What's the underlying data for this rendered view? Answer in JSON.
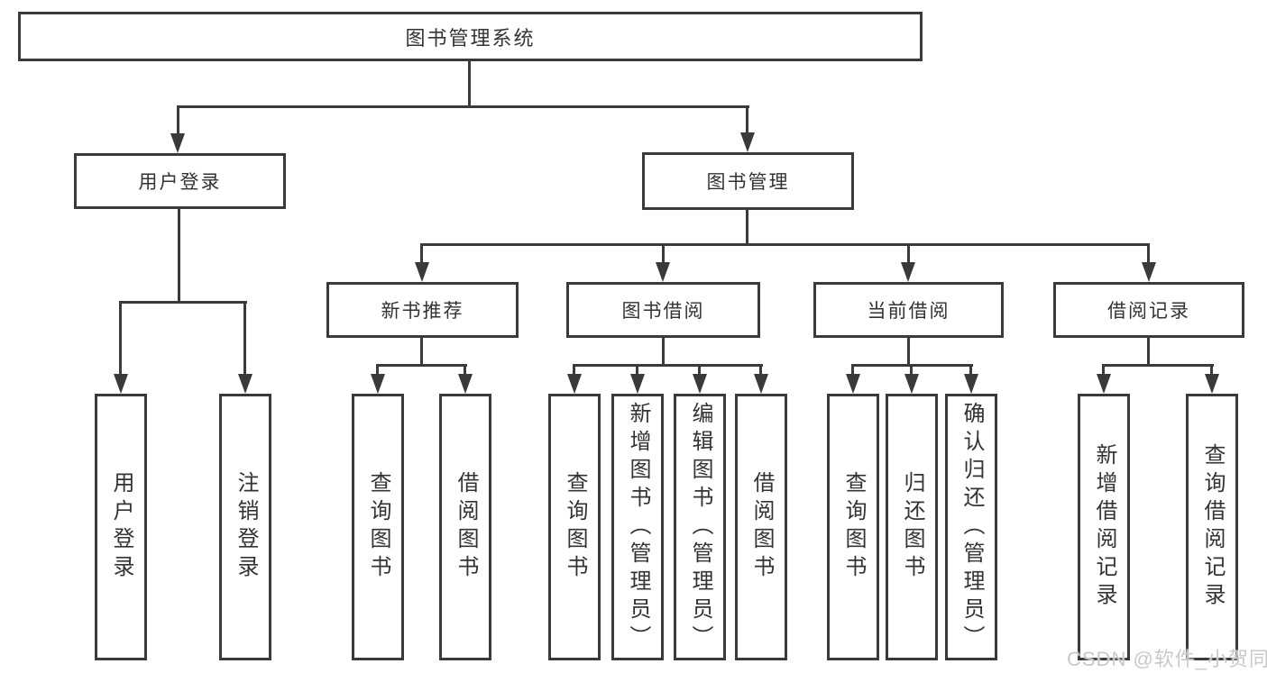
{
  "colors": {
    "line": "#3a3a3a",
    "text": "#333333",
    "background": "#ffffff",
    "watermark": "#c9c9c9"
  },
  "diagram": {
    "type": "hierarchy-tree",
    "root": {
      "label": "图书管理系统"
    },
    "level2": [
      {
        "label": "用户登录",
        "parent": "图书管理系统"
      },
      {
        "label": "图书管理",
        "parent": "图书管理系统"
      }
    ],
    "level3": [
      {
        "label": "新书推荐",
        "parent": "图书管理"
      },
      {
        "label": "图书借阅",
        "parent": "图书管理"
      },
      {
        "label": "当前借阅",
        "parent": "图书管理"
      },
      {
        "label": "借阅记录",
        "parent": "图书管理"
      }
    ],
    "leaves": [
      {
        "label": "用户登录",
        "parent": "用户登录"
      },
      {
        "label": "注销登录",
        "parent": "用户登录"
      },
      {
        "label": "查询图书",
        "parent": "新书推荐"
      },
      {
        "label": "借阅图书",
        "parent": "新书推荐"
      },
      {
        "label": "查询图书",
        "parent": "图书借阅"
      },
      {
        "label": "新增图书（管理员）",
        "parent": "图书借阅"
      },
      {
        "label": "编辑图书（管理员）",
        "parent": "图书借阅"
      },
      {
        "label": "借阅图书",
        "parent": "图书借阅"
      },
      {
        "label": "查询图书",
        "parent": "当前借阅"
      },
      {
        "label": "归还图书",
        "parent": "当前借阅"
      },
      {
        "label": "确认归还（管理员）",
        "parent": "当前借阅"
      },
      {
        "label": "新增借阅记录",
        "parent": "借阅记录"
      },
      {
        "label": "查询借阅记录",
        "parent": "借阅记录"
      }
    ]
  },
  "watermark": {
    "text": "CSDN @软件_小贺同学"
  }
}
